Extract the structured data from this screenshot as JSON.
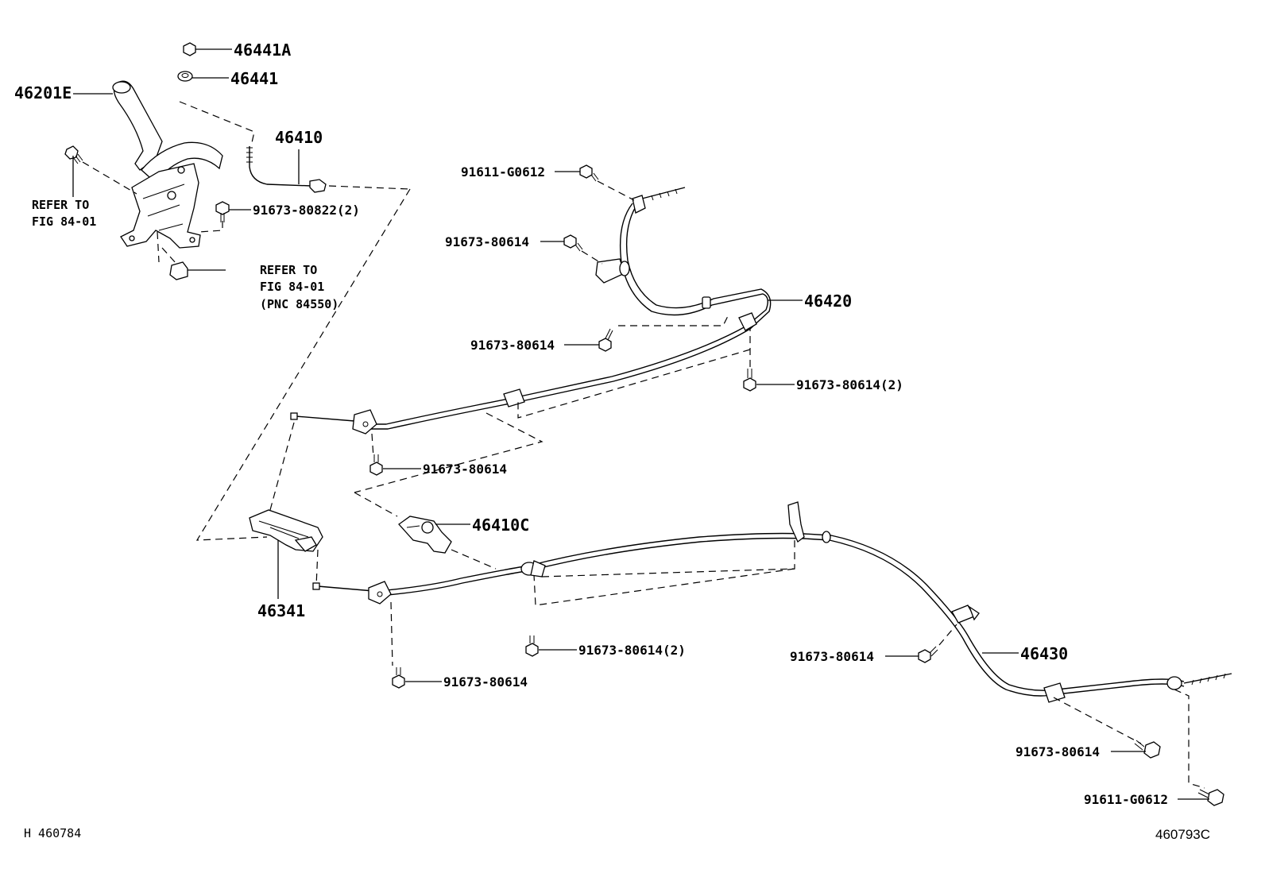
{
  "labels": {
    "p46441A": "46441A",
    "p46441": "46441",
    "p46201E": "46201E",
    "p46410": "46410",
    "p91673_80822": "91673-80822(2)",
    "refer_fig_a_1": "REFER TO",
    "refer_fig_a_2": "FIG 84-01",
    "refer_fig_b_1": "REFER TO",
    "refer_fig_b_2": "FIG 84-01",
    "refer_fig_b_3": "(PNC 84550)",
    "p91611_G0612_top": "91611-G0612",
    "p91673_80614_a": "91673-80614",
    "p46420": "46420",
    "p91673_80614_b": "91673-80614",
    "p91673_80614_2_a": "91673-80614(2)",
    "p91673_80614_c": "91673-80614",
    "p46410C": "46410C",
    "p46341": "46341",
    "p91673_80614_2_b": "91673-80614(2)",
    "p91673_80614_d": "91673-80614",
    "p91673_80614_e": "91673-80614",
    "p46430": "46430",
    "p91673_80614_f": "91673-80614",
    "p91611_G0612_bottom": "91611-G0612"
  },
  "footer": {
    "left_code": "H 460784",
    "right_code": "460793C"
  },
  "icons": [
    "parking-brake-lever",
    "brake-cable",
    "bolt",
    "nut",
    "clip",
    "equalizer"
  ]
}
